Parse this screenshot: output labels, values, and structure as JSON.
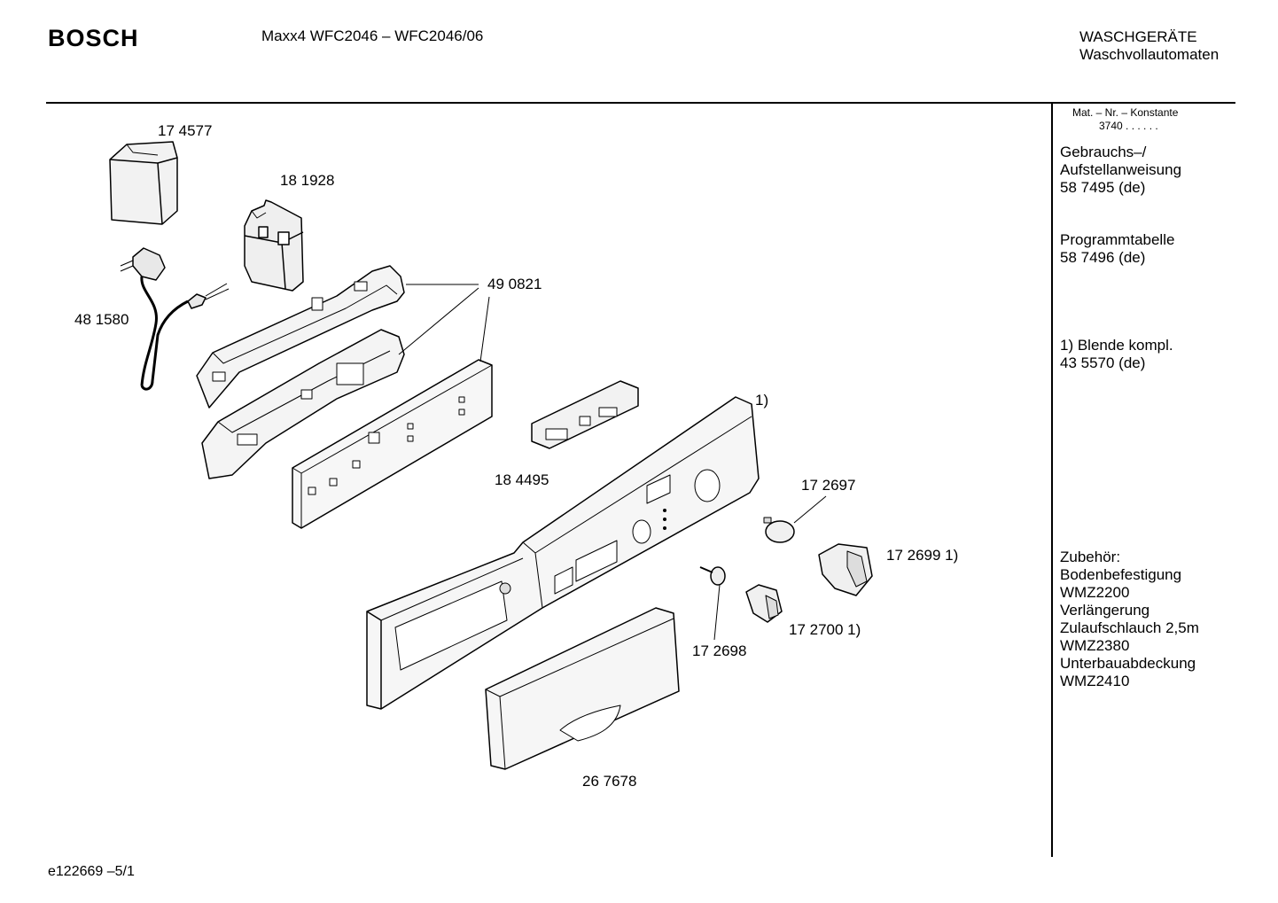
{
  "header": {
    "brand": "BOSCH",
    "model": "Maxx4 WFC2046 – WFC2046/06",
    "category_line1": "WASCHGERÄTE",
    "category_line2": "Waschvollautomaten"
  },
  "sidebar": {
    "mat_header": "Mat. – Nr. – Konstante",
    "mat_value": "3740 . . . . . .",
    "blocks": [
      {
        "lines": [
          "Gebrauchs–/",
          "Aufstellanweisung",
          "58 7495 (de)"
        ]
      },
      {
        "lines": [
          "Programmtabelle",
          "58 7496 (de)"
        ]
      },
      {
        "lines": [
          "1) Blende kompl.",
          "43 5570 (de)"
        ]
      },
      {
        "lines": [
          "Zubehör:",
          "Bodenbefestigung",
          "WMZ2200",
          "Verlängerung",
          "Zulaufschlauch 2,5m",
          "WMZ2380",
          "Unterbauabdeckung",
          "WMZ2410"
        ]
      }
    ]
  },
  "parts": {
    "p174577": "17 4577",
    "p181928": "18 1928",
    "p490821": "49 0821",
    "p481580": "48 1580",
    "p1": "1)",
    "p184495": "18 4495",
    "p172697": "17 2697",
    "p172699": "17 2699 1)",
    "p172700": "17 2700 1)",
    "p172698": "17 2698",
    "p267678": "26 7678"
  },
  "footer": {
    "code": "e122669 –5/1"
  }
}
